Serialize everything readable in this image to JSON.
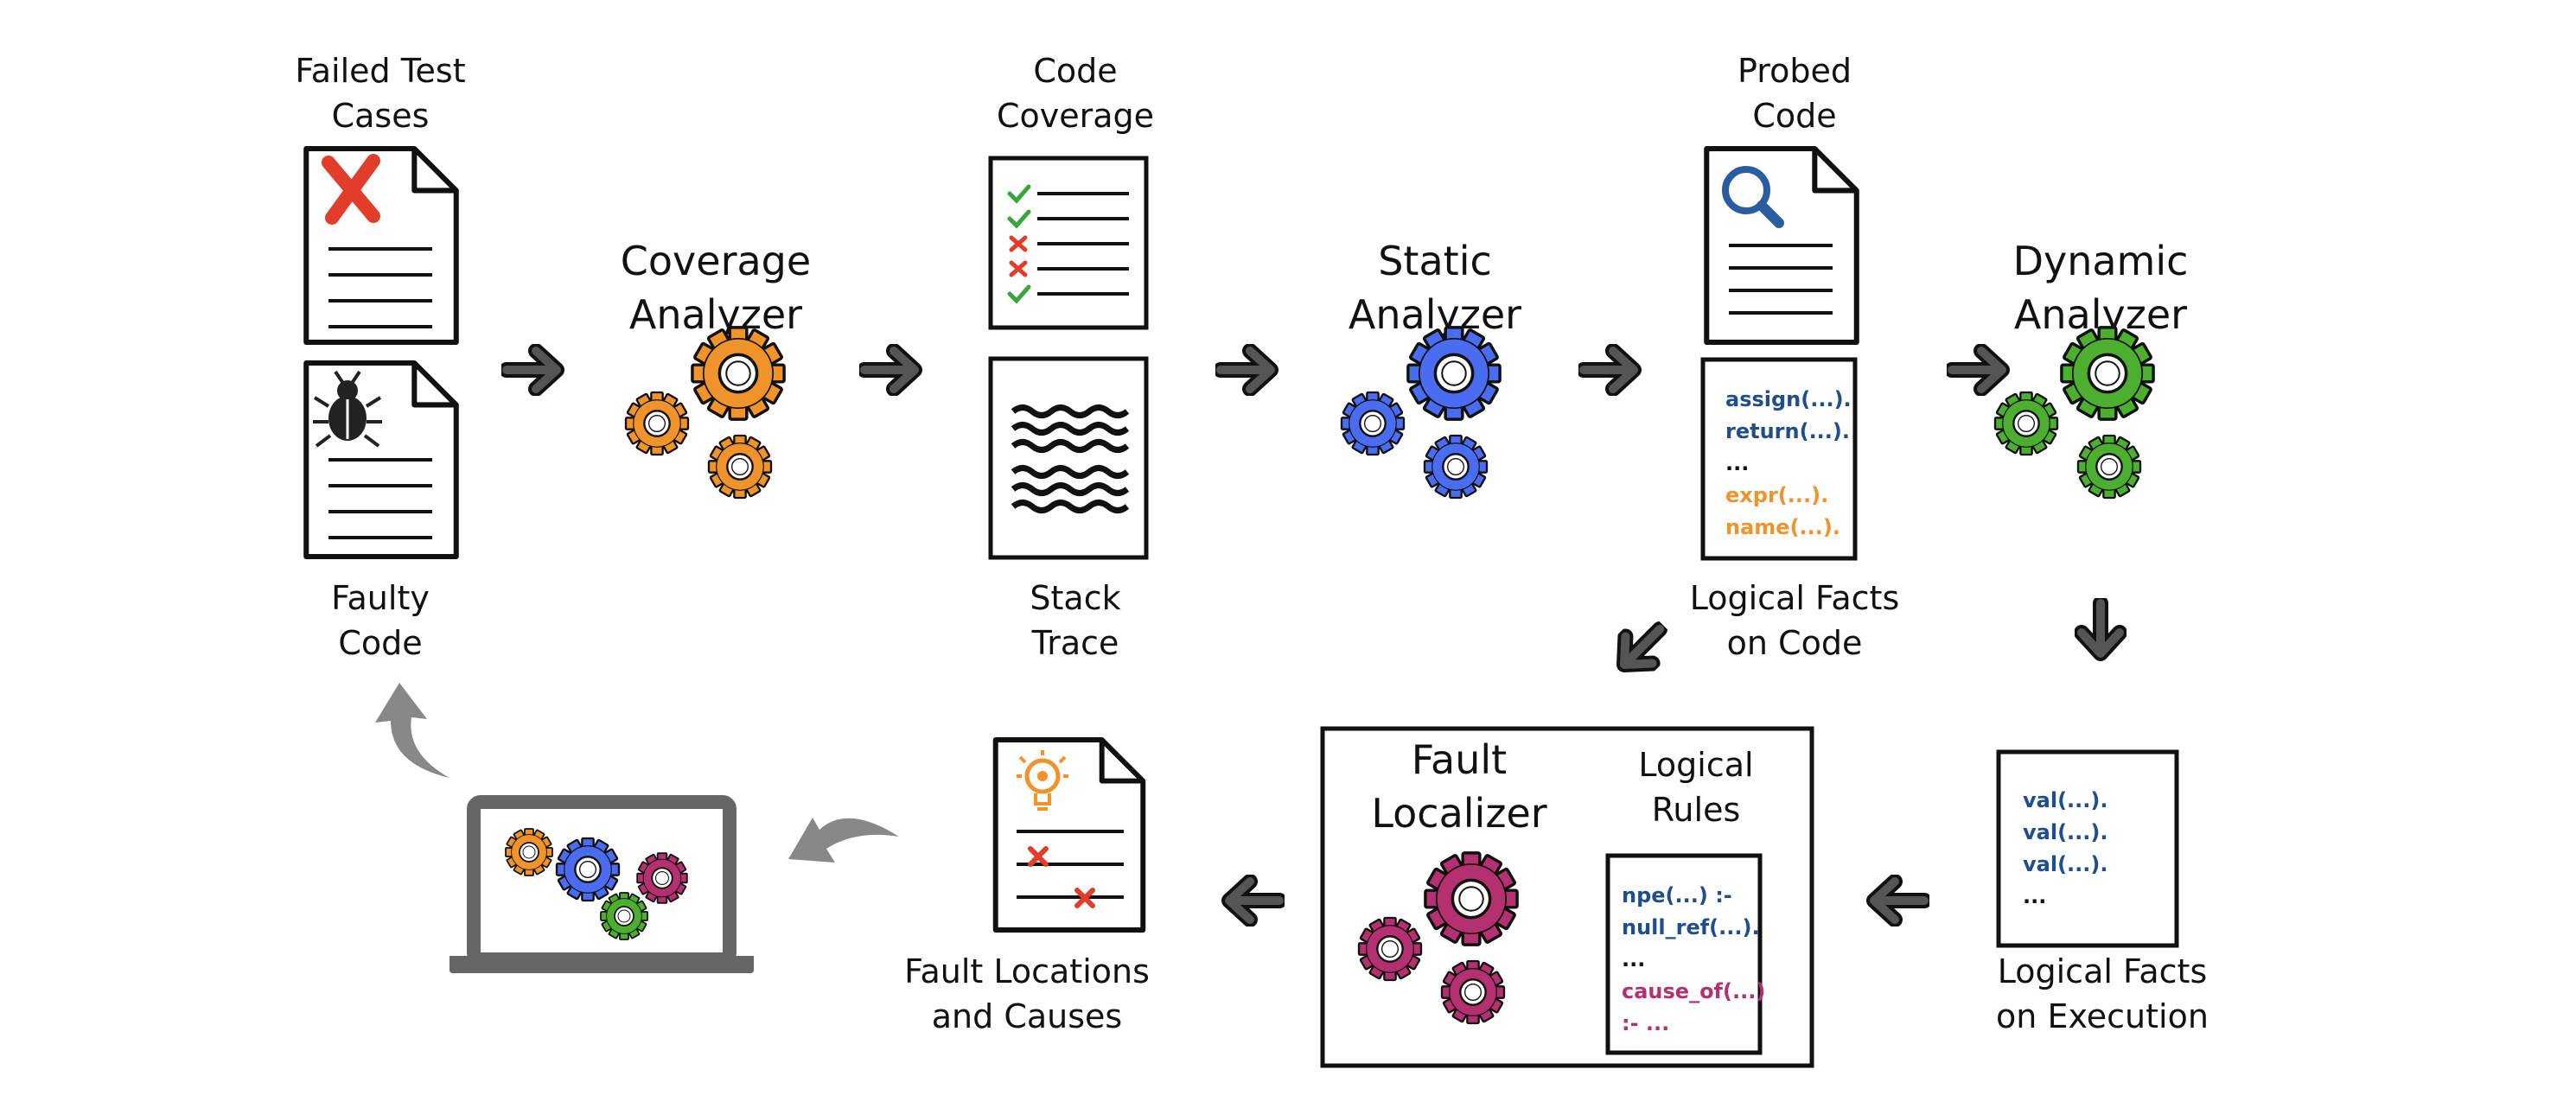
{
  "labels": {
    "failed_test_cases": [
      "Failed Test",
      "Cases"
    ],
    "faulty_code": [
      "Faulty",
      "Code"
    ],
    "coverage_analyzer": [
      "Coverage",
      "Analyzer"
    ],
    "code_coverage": [
      "Code",
      "Coverage"
    ],
    "stack_trace": [
      "Stack",
      "Trace"
    ],
    "static_analyzer": [
      "Static",
      "Analyzer"
    ],
    "probed_code": [
      "Probed",
      "Code"
    ],
    "logical_facts_code": [
      "Logical Facts",
      "on Code"
    ],
    "dynamic_analyzer": [
      "Dynamic",
      "Analyzer"
    ],
    "logical_facts_execution": [
      "Logical Facts",
      "on Execution"
    ],
    "fault_localizer": [
      "Fault",
      "Localizer"
    ],
    "logical_rules": [
      "Logical",
      "Rules"
    ],
    "fault_locations": [
      "Fault Locations",
      "and Causes"
    ]
  },
  "code_facts": [
    {
      "text": "assign(...).",
      "color": "#1f4e8c"
    },
    {
      "text": "return(...).",
      "color": "#1f4e8c"
    },
    {
      "text": "...",
      "color": "#111111"
    },
    {
      "text": "expr(...).",
      "color": "#f0932b"
    },
    {
      "text": "name(...).",
      "color": "#f0932b"
    }
  ],
  "execution_facts": [
    {
      "text": "val(...).",
      "color": "#1f4e8c"
    },
    {
      "text": "val(...).",
      "color": "#1f4e8c"
    },
    {
      "text": "val(...).",
      "color": "#1f4e8c"
    },
    {
      "text": "...",
      "color": "#111111"
    }
  ],
  "rules": [
    {
      "text": "npe(...) :-",
      "color": "#1f4e8c"
    },
    {
      "text": "null_ref(...).",
      "color": "#1f4e8c"
    },
    {
      "text": "...",
      "color": "#111111"
    },
    {
      "text": "cause_of(...)",
      "color": "#b5306f"
    },
    {
      "text": ":- ...",
      "color": "#b5306f"
    }
  ],
  "colors": {
    "orange": "#f0932b",
    "blue": "#4a6cf0",
    "green": "#4caf2f",
    "magenta": "#b5306f",
    "arrow": "#555555",
    "red_mark": "#e23c2a",
    "check_green": "#3aa53a"
  },
  "icons": [
    "x-mark-icon",
    "bug-icon",
    "magnifier-icon",
    "lightbulb-icon",
    "gears-icon",
    "laptop-icon",
    "wave-icon"
  ]
}
